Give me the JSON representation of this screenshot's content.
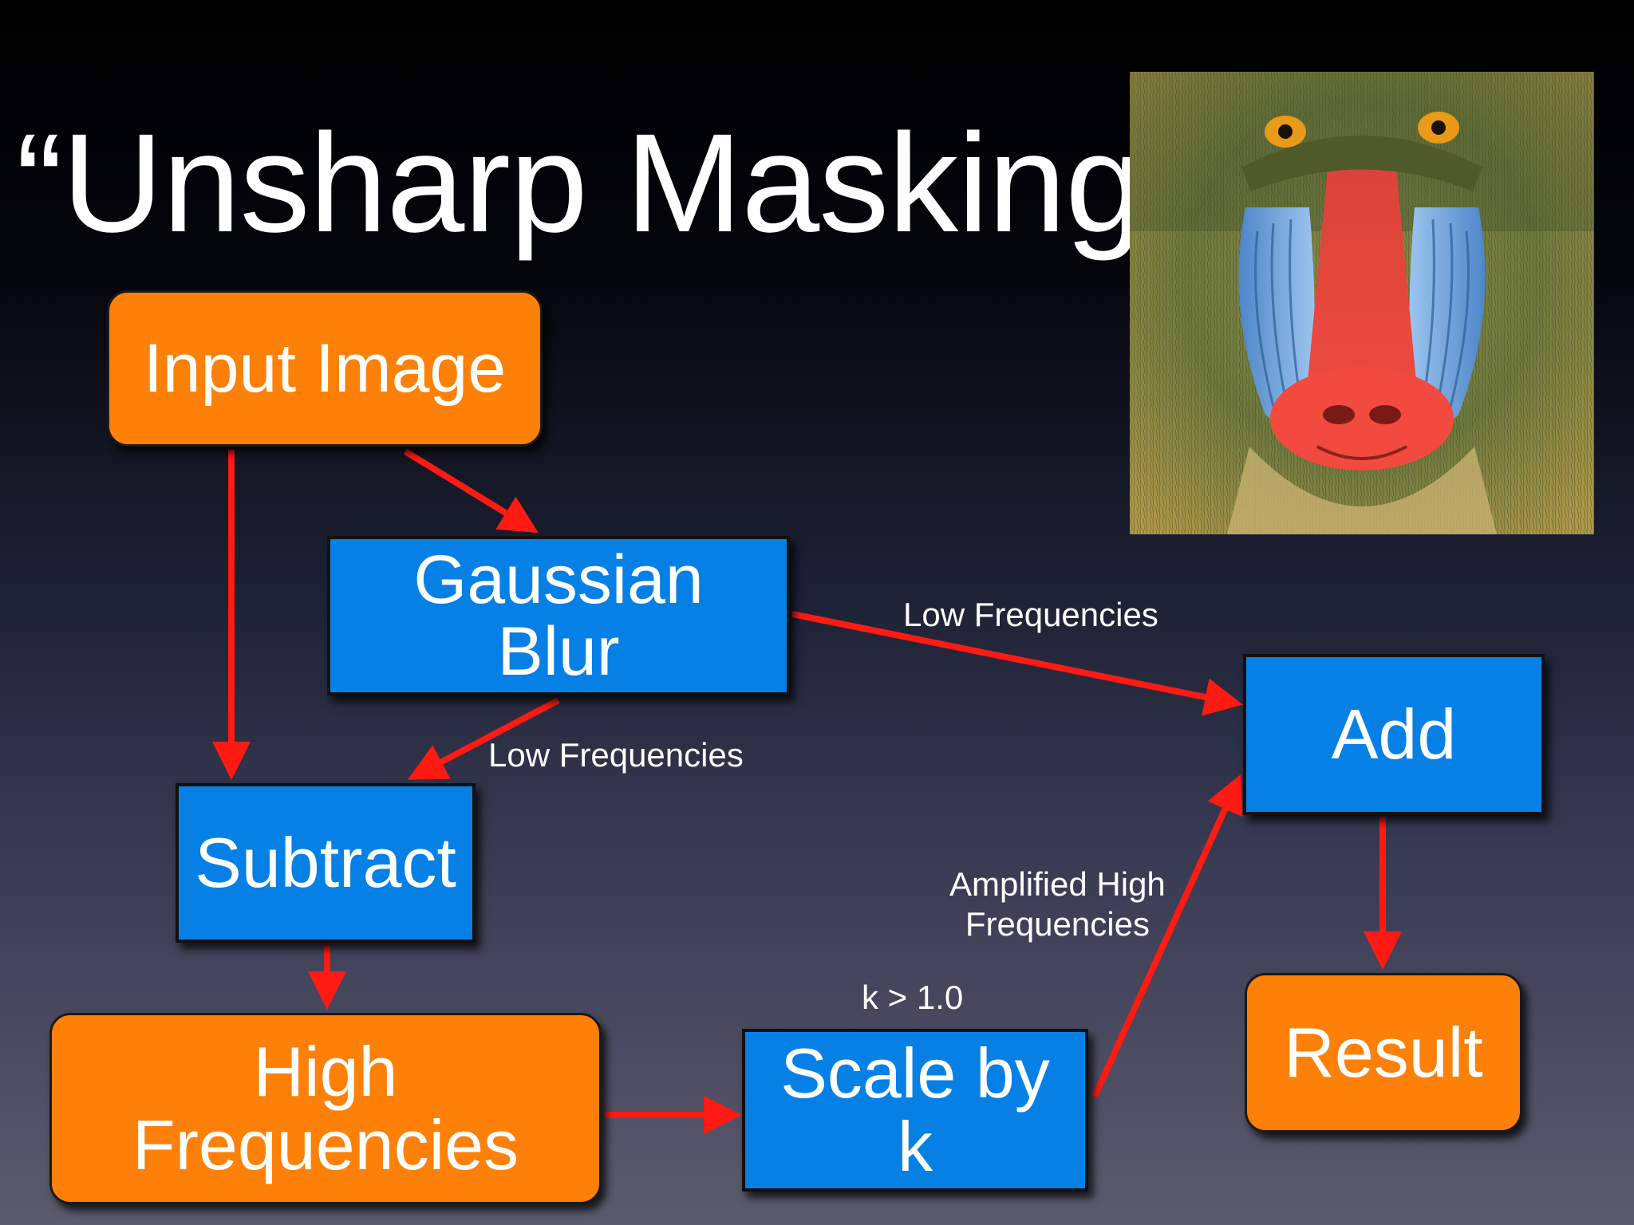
{
  "slide": {
    "title": "“Unsharp Masking”"
  },
  "nodes": {
    "input_image": "Input Image",
    "gaussian_blur": "Gaussian Blur",
    "subtract": "Subtract",
    "high_frequencies": "High Frequencies",
    "scale_by_k": "Scale by k",
    "add": "Add",
    "result": "Result"
  },
  "edge_labels": {
    "low_freq_1": "Low Frequencies",
    "low_freq_2": "Low Frequencies",
    "amplified_high_line1": "Amplified High",
    "amplified_high_line2": "Frequencies",
    "k_condition": "k > 1.0"
  },
  "colors": {
    "process_box": "#0780e6",
    "terminal_box": "#fd8008",
    "arrow": "#ff1a14"
  },
  "image": {
    "subject": "mandrill-face-photo"
  }
}
